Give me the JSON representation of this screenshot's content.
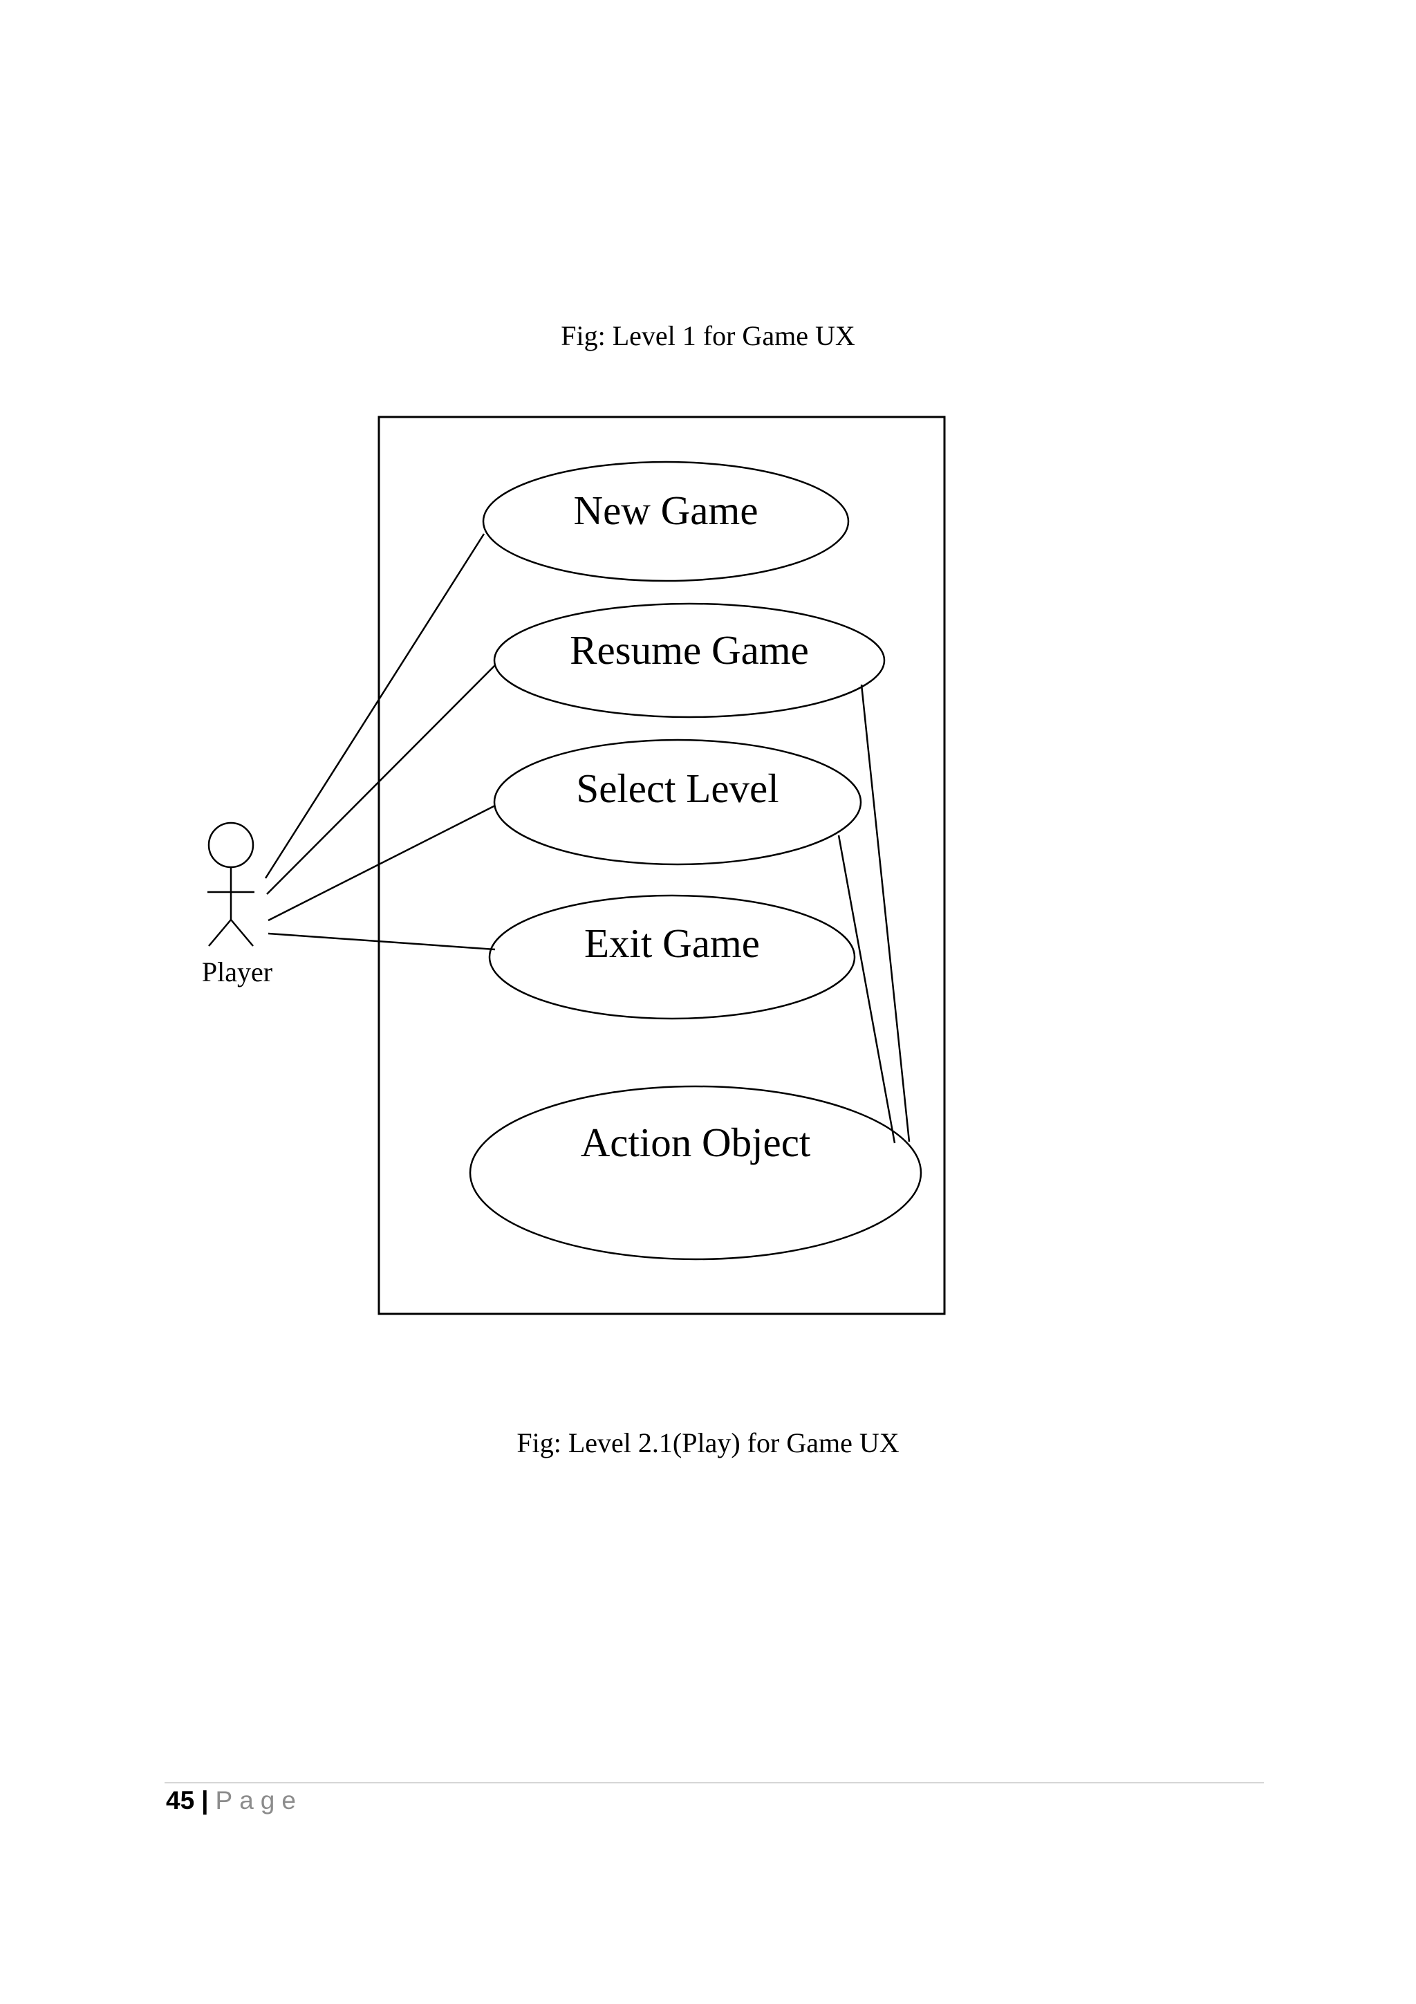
{
  "captions": {
    "fig1": "Fig: Level 1  for Game UX",
    "fig2": "Fig: Level 2.1(Play)  for Game UX"
  },
  "diagram": {
    "actor": "Player",
    "use_cases": {
      "new_game": "New Game",
      "resume_game": "Resume Game",
      "select_level": "Select Level",
      "exit_game": "Exit Game",
      "action_object": "Action Object"
    }
  },
  "footer": {
    "page_number": "45",
    "separator": "|",
    "page_label": "Page"
  }
}
